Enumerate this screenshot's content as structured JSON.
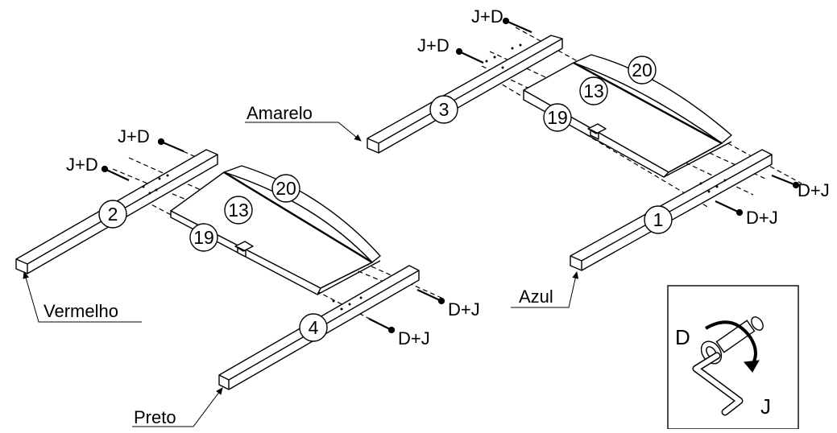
{
  "fasteners": {
    "jd": "J+D",
    "dj": "D+J"
  },
  "parts": {
    "p1": "1",
    "p2": "2",
    "p3": "3",
    "p4": "4",
    "p13": "13",
    "p19": "19",
    "p20": "20"
  },
  "colors": {
    "amarelo": "Amarelo",
    "vermelho": "Vermelho",
    "azul": "Azul",
    "preto": "Preto"
  },
  "inset": {
    "d": "D",
    "j": "J"
  }
}
